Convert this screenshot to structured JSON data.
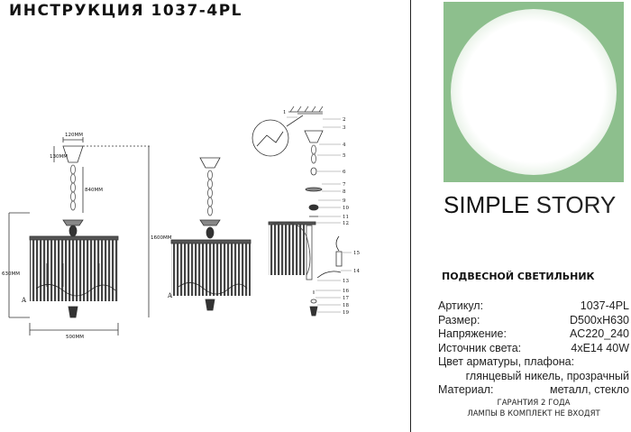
{
  "header": {
    "title": "ИНСТРУКЦИЯ 1037-4PL"
  },
  "drawing": {
    "dimensions": {
      "canopy_width": "120MM",
      "canopy_height": "130MM",
      "chain_length": "840MM",
      "total_height": "1600MM",
      "body_height": "630MM",
      "diameter": "500MM",
      "point_label": "A"
    },
    "part_numbers": [
      "1",
      "2",
      "3",
      "4",
      "5",
      "6",
      "7",
      "8",
      "9",
      "10",
      "11",
      "12",
      "13",
      "14",
      "15",
      "16",
      "17",
      "18",
      "19"
    ]
  },
  "brand": {
    "word1": "SIMPLE",
    "word2": "STORY",
    "logo_color": "#8dbf8d"
  },
  "product": {
    "type": "ПОДВЕСНОЙ СВЕТИЛЬНИК"
  },
  "specs": {
    "article_label": "Артикул:",
    "article_value": "1037-4PL",
    "size_label": "Размер:",
    "size_value": "D500xH630",
    "voltage_label": "Напряжение:",
    "voltage_value": "AC220_240",
    "light_label": "Источник света:",
    "light_value": "4xE14 40W",
    "color_label": "Цвет арматуры, плафона:",
    "color_value": "глянцевый никель, прозрачный",
    "material_label": "Материал:",
    "material_value": "металл, стекло"
  },
  "footer": {
    "warranty": "ГАРАНТИЯ 2 ГОДА",
    "lamps_note": "ЛАМПЫ В КОМПЛЕКТ НЕ ВХОДЯТ"
  }
}
